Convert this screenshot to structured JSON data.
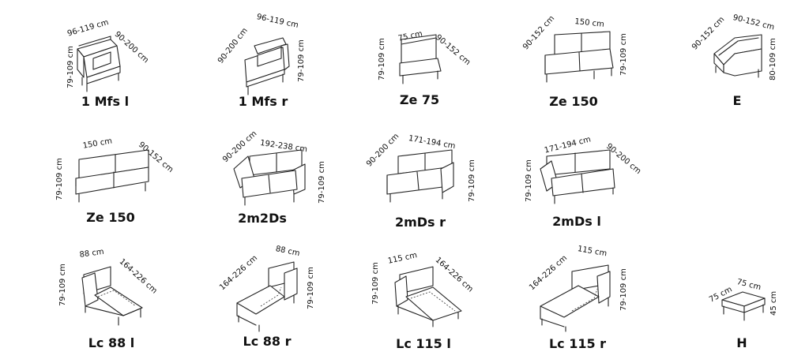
{
  "modules": [
    {
      "label": "1 Mfs l",
      "dims": [
        "96-119 cm",
        "90-200 cm",
        "79-109 cm"
      ]
    },
    {
      "label": "1 Mfs r",
      "dims": [
        "96-119 cm",
        "90-200 cm",
        "79-109 cm"
      ]
    },
    {
      "label": "Ze 75",
      "dims": [
        "75 cm",
        "90-152 cm",
        "79-109 cm"
      ]
    },
    {
      "label": "Ze 150",
      "dims": [
        "150 cm",
        "90-152 cm",
        "79-109 cm"
      ]
    },
    {
      "label": "E",
      "dims": [
        "90-152 cm",
        "90-152 cm",
        "80-109 cm"
      ]
    },
    {
      "label": "Ze 150",
      "dims": [
        "150 cm",
        "90-152 cm",
        "79-109 cm"
      ]
    },
    {
      "label": "2m2Ds",
      "dims": [
        "90-200 cm",
        "192-238 cm",
        "79-109 cm"
      ]
    },
    {
      "label": "2mDs r",
      "dims": [
        "90-200 cm",
        "171-194 cm",
        "79-109 cm"
      ]
    },
    {
      "label": "2mDs l",
      "dims": [
        "171-194 cm",
        "90-200 cm",
        "79-109 cm"
      ]
    },
    {
      "label": "Lc 88 l",
      "dims": [
        "88 cm",
        "164-226 cm",
        "79-109 cm"
      ]
    },
    {
      "label": "Lc 88 r",
      "dims": [
        "164-226 cm",
        "88 cm",
        "79-109 cm"
      ]
    },
    {
      "label": "Lc 115 l",
      "dims": [
        "115 cm",
        "164-226 cm",
        "79-109 cm"
      ]
    },
    {
      "label": "Lc 115 r",
      "dims": [
        "164-226 cm",
        "115 cm",
        "79-109 cm"
      ]
    },
    {
      "label": "H",
      "dims": [
        "75 cm",
        "75 cm",
        "45 cm"
      ]
    }
  ]
}
